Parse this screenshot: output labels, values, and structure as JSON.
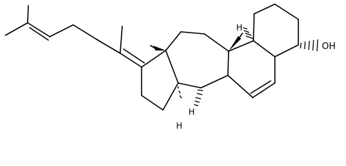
{
  "molecule": {
    "labels": {
      "hydroxyl": "OH",
      "h_c9": "H",
      "h_c8": "H",
      "h_c14": "H"
    },
    "colors": {
      "bond": "#000000",
      "background": "#ffffff"
    }
  }
}
